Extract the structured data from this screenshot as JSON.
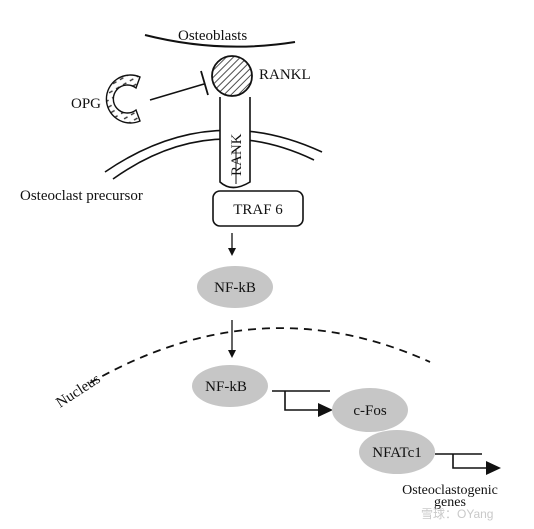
{
  "labels": {
    "osteoblasts": "Osteoblasts",
    "rankl": "RANKL",
    "opg": "OPG",
    "rank": "RANK",
    "osteoclast_precursor": "Osteoclast precursor",
    "traf6": "TRAF 6",
    "nfkb_cytoplasm": "NF-kB",
    "nucleus": "Nucleus",
    "nfkb_nucleus": "NF-kB",
    "cfos": "c-Fos",
    "nfatc1": "NFATc1",
    "genes_line1": "Osteoclastogenic",
    "genes_line2": "genes"
  },
  "watermark": "雪球：OYang",
  "colors": {
    "node_fill": "#c6c6c6",
    "line": "#111111",
    "background": "#ffffff"
  }
}
